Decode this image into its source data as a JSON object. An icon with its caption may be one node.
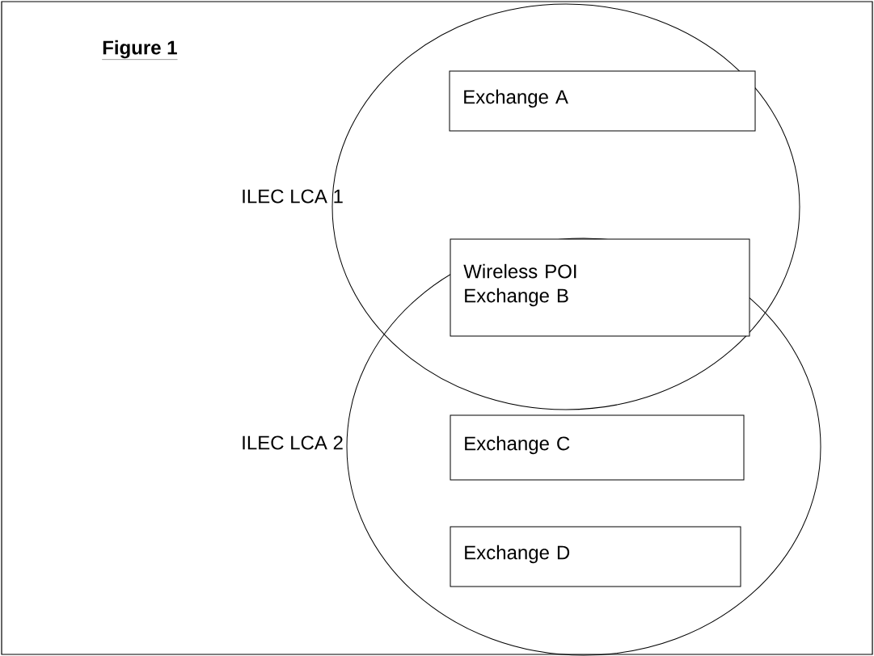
{
  "diagram": {
    "title": "Figure 1",
    "nodes": [
      {
        "text": [
          "ILEC LCA 1"
        ]
      },
      {
        "text": [
          "ILEC LCA 2"
        ]
      },
      {
        "text": [
          "Exchange A"
        ],
        "in": 0
      },
      {
        "text": [
          "Wireless POI Exchange B"
        ]
      },
      {
        "text": [
          "Exchange C"
        ],
        "in": 1
      },
      {
        "text": [
          "Exchange D"
        ],
        "in": 1
      }
    ]
  }
}
